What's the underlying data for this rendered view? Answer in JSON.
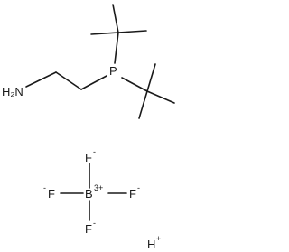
{
  "molecule": {
    "atoms": {
      "n": "H₂N",
      "p": "P",
      "b": "B",
      "b_charge": "3+",
      "f_top": "F",
      "f_top_charge": "-",
      "f_left": "F",
      "f_left_charge": "-",
      "f_right": "F",
      "f_right_charge": "-",
      "f_bottom": "F",
      "f_bottom_charge": "-",
      "h": "H",
      "h_charge": "+"
    }
  }
}
